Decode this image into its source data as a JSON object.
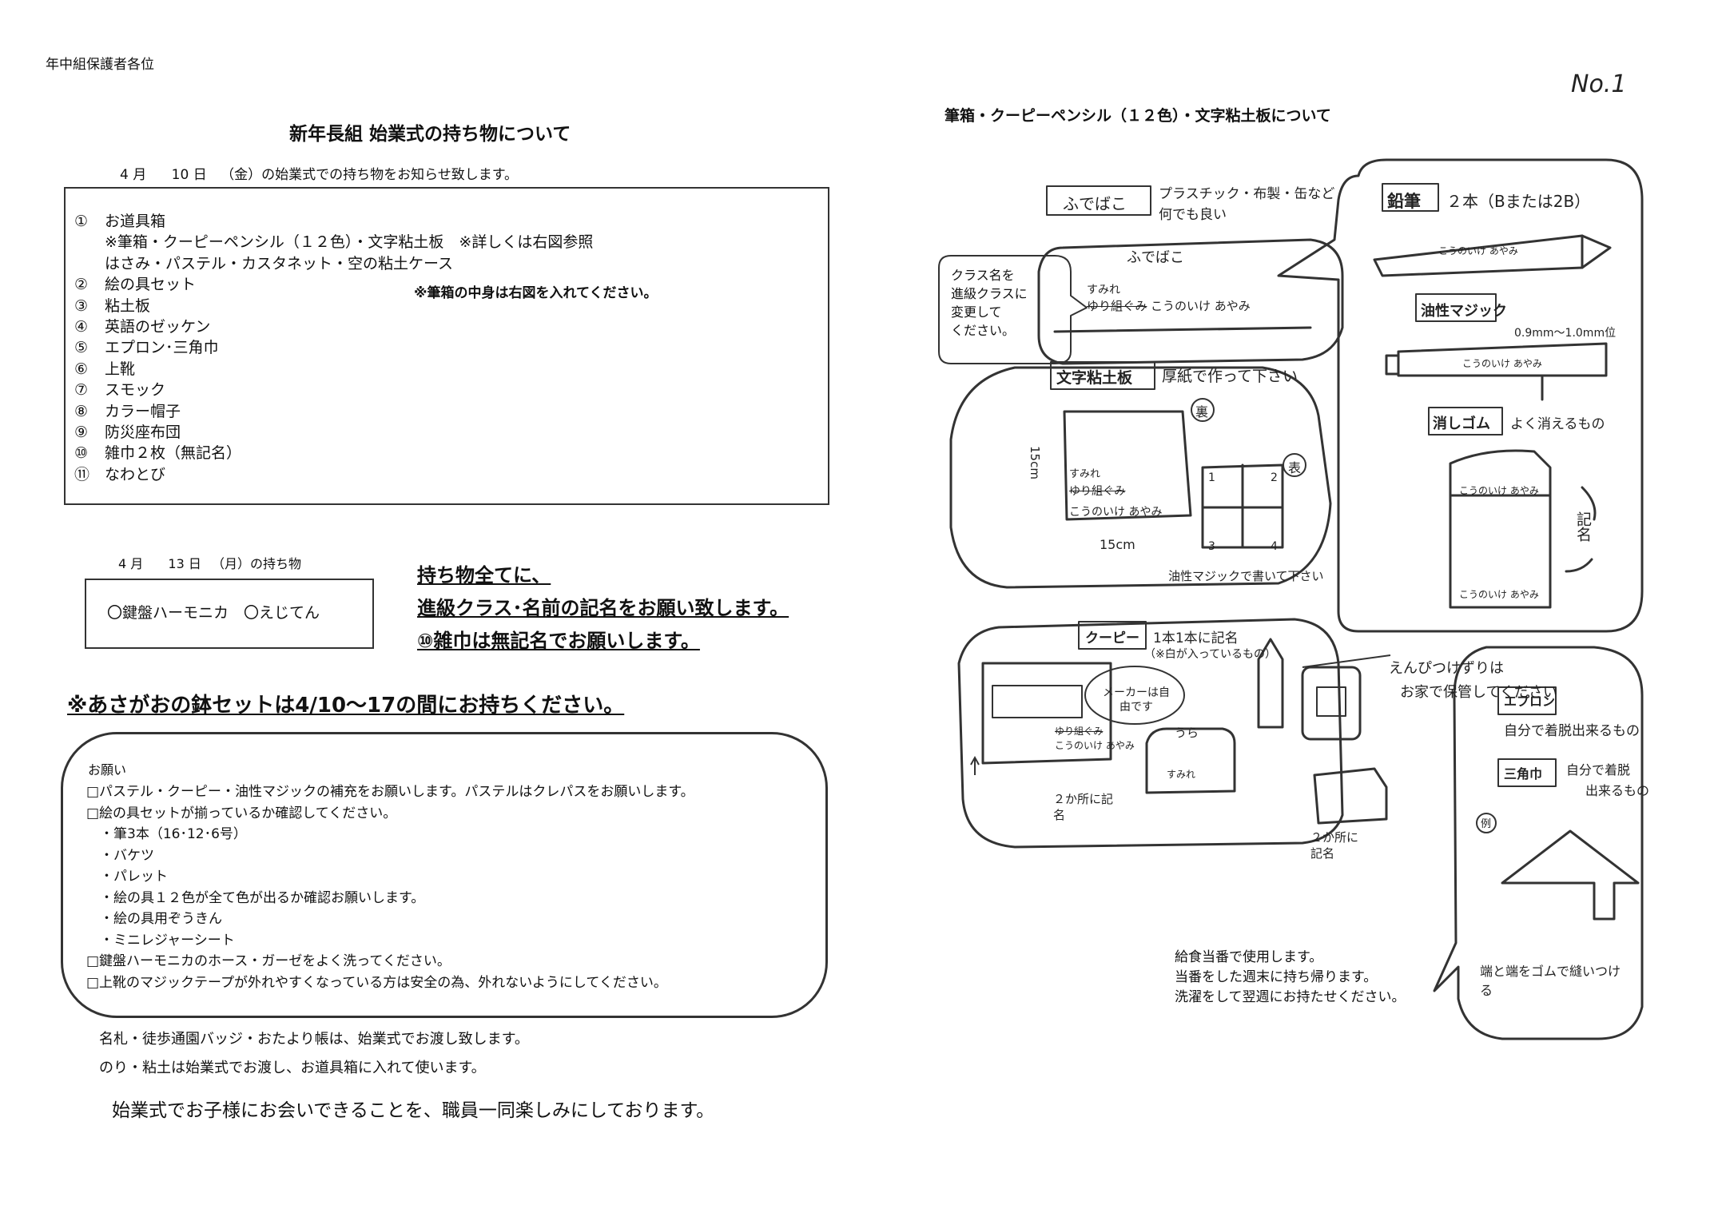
{
  "left": {
    "addressee": "年中組保護者各位",
    "title": "新年長組 始業式の持ち物について",
    "date_line": {
      "month": "4",
      "month_unit": "月",
      "day": "10",
      "day_unit": "日",
      "weekday": "（金）",
      "text": "の始業式での持ち物をお知らせ致します。"
    },
    "items": [
      {
        "num": "①",
        "text": "お道具箱"
      },
      {
        "num": "",
        "text": "※筆箱・クーピーペンシル（１２色）・文字粘土板　※詳しくは右図参照"
      },
      {
        "num": "",
        "text": "はさみ・パステル・カスタネット・空の粘土ケース"
      },
      {
        "num": "②",
        "text": "絵の具セット"
      },
      {
        "num": "③",
        "text": "粘土板"
      },
      {
        "num": "④",
        "text": "英語のゼッケン"
      },
      {
        "num": "⑤",
        "text": "エプロン･三角巾"
      },
      {
        "num": "⑥",
        "text": "上靴"
      },
      {
        "num": "⑦",
        "text": "スモック"
      },
      {
        "num": "⑧",
        "text": "カラー帽子"
      },
      {
        "num": "⑨",
        "text": "防災座布団"
      },
      {
        "num": "⑩",
        "text": "雑巾２枚（無記名）"
      },
      {
        "num": "⑪",
        "text": "なわとび"
      }
    ],
    "paintset_note": "※筆箱の中身は右図を入れてください。",
    "date_line2": {
      "month": "4",
      "month_unit": "月",
      "day": "13",
      "day_unit": "日",
      "weekday": "（月）",
      "text": "の持ち物"
    },
    "monday_items": "〇鍵盤ハーモニカ　〇えじてん",
    "notice": [
      "持ち物全てに、",
      "進級クラス･名前の記名をお願い致します。",
      "⑩雑巾は無記名でお願いします。"
    ],
    "asagao": "※あさがおの鉢セットは4/10〜17の間にお持ちください。",
    "request_title": "お願い",
    "requests": [
      "□パステル・クーピー・油性マジックの補充をお願いします。パステルはクレパスをお願いします。",
      "□絵の具セットが揃っているか確認してください。",
      "　・筆3本（16･12･6号）",
      "　・バケツ",
      "　・パレット",
      "　・絵の具１２色が全て色が出るか確認お願いします。",
      "　・絵の具用ぞうきん",
      "　・ミニレジャーシート",
      "□鍵盤ハーモニカのホース・ガーゼをよく洗ってください。",
      "□上靴のマジックテープが外れやすくなっている方は安全の為、外れないようにしてください。"
    ],
    "footer1": "名札・徒歩通園バッジ・おたより帳は、始業式でお渡し致します。",
    "footer2": "のり・粘土は始業式でお渡し、お道具箱に入れて使います。",
    "closing": "始業式でお子様にお会いできることを、職員一同楽しみにしております。"
  },
  "right": {
    "page_no": "No.1",
    "title": "筆箱・クーピーペンシル（１２色）・文字粘土板について",
    "fudebako_label": "ふでばこ",
    "fudebako_desc1": "プラスチック・布製・缶など",
    "fudebako_desc2": "何でも良い",
    "fudebako_box_text": "ふでばこ",
    "name_class": "すみれ",
    "name_old": "ゆり組ぐみ",
    "name_new": "こうのいけ あやみ",
    "callout": [
      "クラス名を",
      "進級クラスに",
      "変更して",
      "ください。"
    ],
    "pencil_label": "鉛筆",
    "pencil_desc": "２本（Bまたは2B）",
    "marker_label": "油性マジック",
    "marker_desc": "0.9mm〜1.0mm位",
    "eraser_label": "消しゴム",
    "eraser_desc": "よく消えるもの",
    "eraser_arrow": "記名",
    "board_label": "文字粘土板",
    "board_desc": "厚紙で作って下さい",
    "board_back": "裏",
    "board_front": "表",
    "board_size_h": "15cm",
    "board_size_w": "15cm",
    "board_cells": [
      "1",
      "2",
      "3",
      "4"
    ],
    "board_note": "油性マジックで書いて下さい",
    "coupy_label": "クーピー",
    "coupy_desc": "1本1本に記名",
    "coupy_note": "（※白が入っているもの）",
    "maker_note": "メーカーは自由です",
    "ura": "うら",
    "two_places": "２か所に記名",
    "sharpener_note1": "えんぴつけずりは",
    "sharpener_note2": "お家で保管してください",
    "apron_label": "エプロン",
    "apron_desc": "自分で着脱出来るもの",
    "sankaku_label": "三角巾",
    "sankaku_desc1": "自分で着脱",
    "sankaku_desc2": "出来るもの",
    "sankaku_example": "例",
    "sankaku_note": "端と端をゴムで縫いつける",
    "kyushoku": [
      "給食当番で使用します。",
      "当番をした週末に持ち帰ります。",
      "洗濯をして翌週にお持たせください。"
    ]
  }
}
